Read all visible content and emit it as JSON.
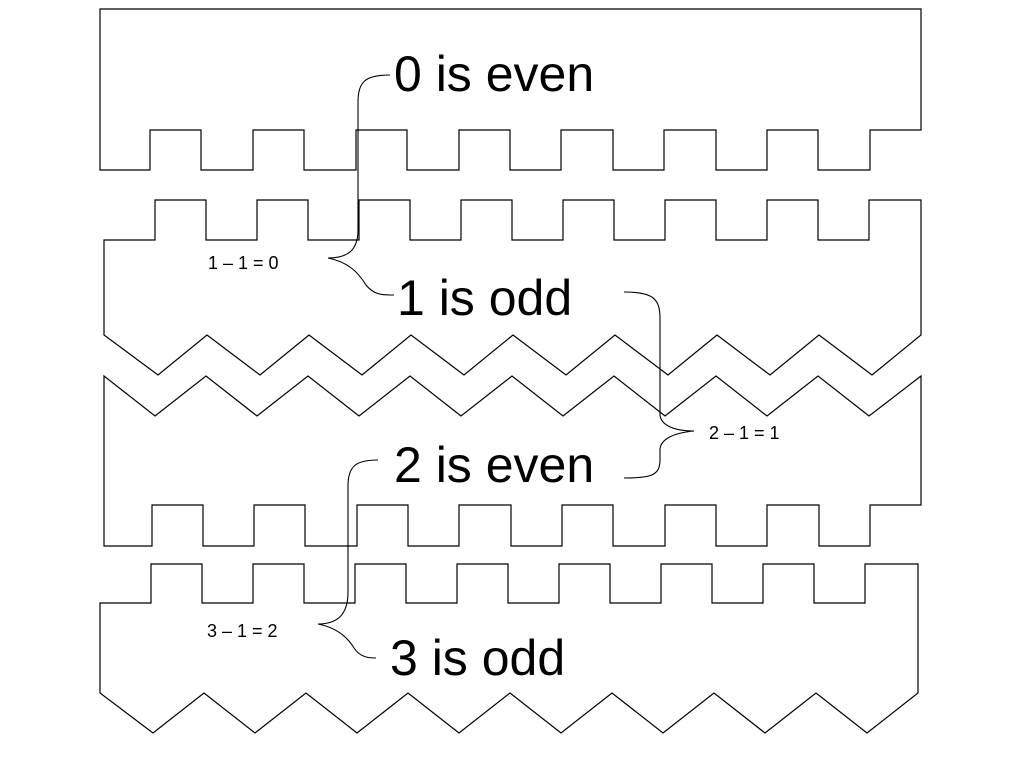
{
  "statements": [
    {
      "id": "zero",
      "text": "0 is even"
    },
    {
      "id": "one",
      "text": "1 is odd"
    },
    {
      "id": "two",
      "text": "2 is even"
    },
    {
      "id": "three",
      "text": "3 is odd"
    }
  ],
  "steps": [
    {
      "id": "step1",
      "text": "1 – 1 = 0"
    },
    {
      "id": "step2",
      "text": "2 – 1 = 1"
    },
    {
      "id": "step3",
      "text": "3 – 1 = 2"
    }
  ],
  "colors": {
    "stroke": "#000000",
    "background": "#ffffff"
  }
}
